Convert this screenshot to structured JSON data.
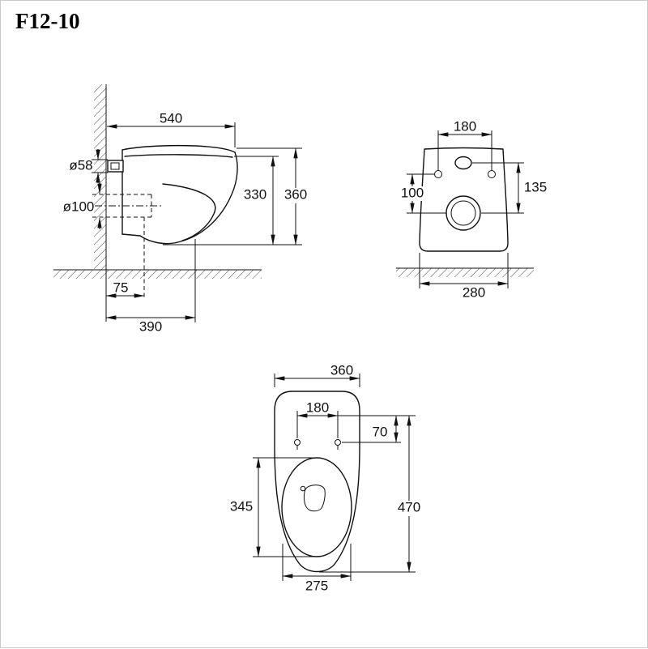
{
  "title": "F12-10",
  "colors": {
    "line": "#111111",
    "background": "#ffffff",
    "frame": "#c9c9c9"
  },
  "views": {
    "side": {
      "label": "side-elevation",
      "dims": {
        "width_overall": "540",
        "inlet_diameter": "ø58",
        "drain_diameter": "ø100",
        "height_bowl": "330",
        "height_overall": "360",
        "drain_offset": "75",
        "depth_bottom": "390"
      }
    },
    "rear": {
      "label": "rear-elevation",
      "dims": {
        "bolt_spacing": "180",
        "bolts_to_drain": "100",
        "inlet_to_drain": "135",
        "width_bottom": "280"
      }
    },
    "top": {
      "label": "plan-view",
      "dims": {
        "width_overall": "360",
        "seat_bolt_spacing": "180",
        "seat_bolt_offset": "70",
        "bowl_inner_length": "345",
        "depth_overall": "470",
        "front_width": "275"
      }
    }
  }
}
